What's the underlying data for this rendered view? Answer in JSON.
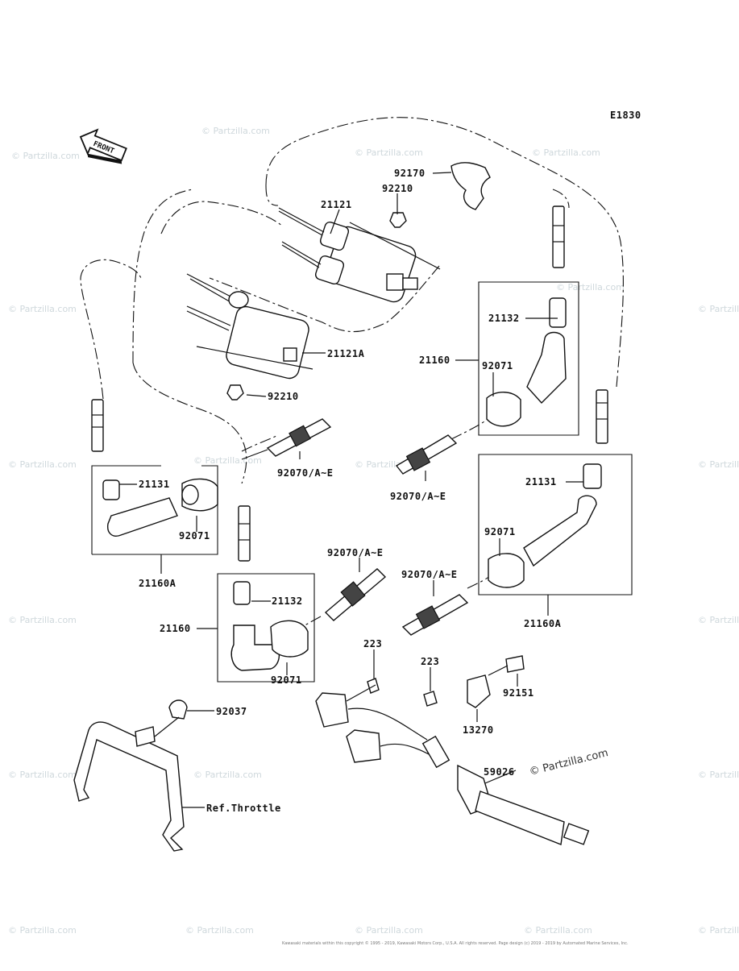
{
  "diagram_code": "E1830",
  "front_label": "FRONT",
  "watermark": "© Partzilla.com",
  "watermark_main": "© Partzilla.com",
  "copyright": "Kawasaki materials within this copyright © 1995 - 2019, Kawasaki Motors Corp., U.S.A. All rights reserved. Page design (c) 2019 - 2019 by Automated Marine Services, Inc.",
  "parts": {
    "p92170": "92170",
    "p92210_top": "92210",
    "p21121": "21121",
    "p21121A": "21121A",
    "p92210_bottom": "92210",
    "p21132_right": "21132",
    "p21160_right": "21160",
    "p92071_right_top": "92071",
    "p92070_center": "92070/A~E",
    "p92070_left": "92070/A~E",
    "p21131_left": "21131",
    "p92071_left": "92071",
    "p21160A_left": "21160A",
    "p21131_right": "21131",
    "p92071_right_bottom": "92071",
    "p21160A_right": "21160A",
    "p92070_mid": "92070/A~E",
    "p92070_mid2": "92070/A~E",
    "p21132_mid": "21132",
    "p21160_mid": "21160",
    "p92071_mid": "92071",
    "p223_a": "223",
    "p223_b": "223",
    "p92151": "92151",
    "p13270": "13270",
    "p59026": "59026",
    "p92037": "92037",
    "ref_throttle": "Ref.Throttle"
  }
}
